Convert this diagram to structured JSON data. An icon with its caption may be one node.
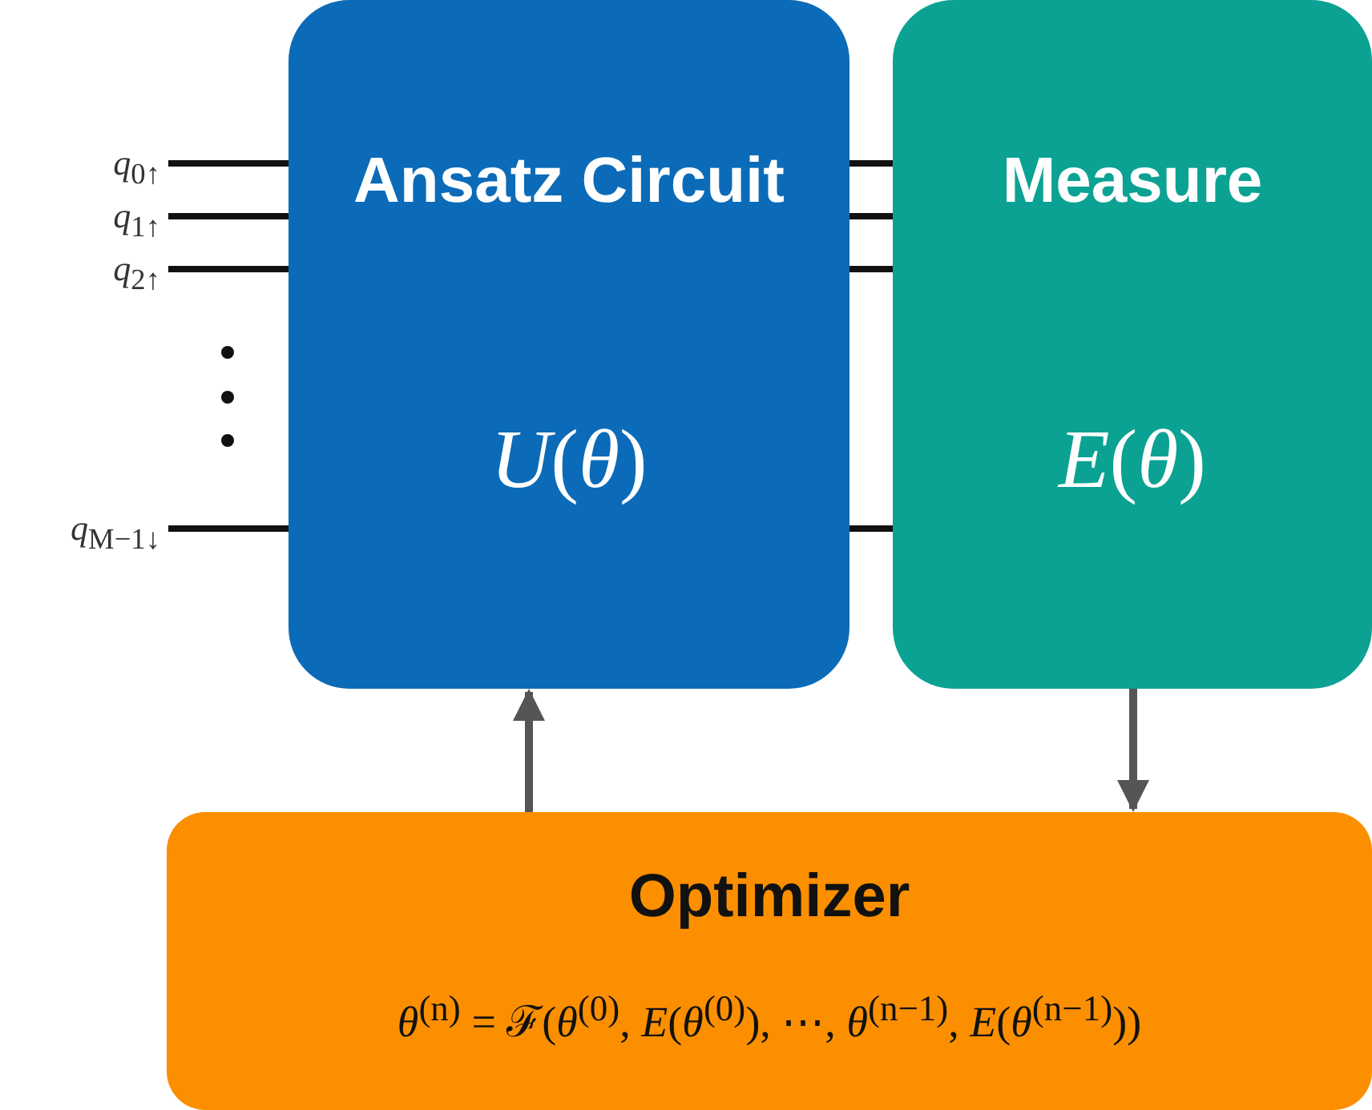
{
  "diagram": {
    "nodes": [
      {
        "text": [
          "Ansatz Circuit",
          "*U*(*θ*)"
        ]
      },
      {
        "text": [
          "Measure",
          "*E*(*θ*)"
        ]
      },
      {
        "text": [
          "Optimizer",
          "*θ*$^{(n)}$ = ℱ(*θ*$^{(0)}$, *E*(*θ*$^{(0)}$), ⋯, *θ*$^{(n−1)}$, *E*(*θ*$^{(n−1)}$))"
        ]
      },
      {
        "text": [
          "*q*$_{0↑}$"
        ]
      },
      {
        "text": [
          "*q*$_{1↑}$"
        ]
      },
      {
        "text": [
          "*q*$_{2↑}$"
        ]
      },
      {
        "text": [
          "*q*$_{M−1↓}$"
        ]
      }
    ],
    "edges": [
      {
        "from": 3,
        "to": 0,
        "arrow": "none"
      },
      {
        "from": 4,
        "to": 0,
        "arrow": "none"
      },
      {
        "from": 5,
        "to": 0,
        "arrow": "none"
      },
      {
        "from": 6,
        "to": 0,
        "arrow": "none"
      },
      {
        "from": 0,
        "to": 1,
        "arrow": "none"
      },
      {
        "from": 0,
        "to": 1,
        "arrow": "none"
      },
      {
        "from": 0,
        "to": 1,
        "arrow": "none"
      },
      {
        "from": 0,
        "to": 1,
        "arrow": "none"
      },
      {
        "from": 2,
        "to": 0,
        "arrow": "to",
        "color": "#555555"
      },
      {
        "from": 1,
        "to": 2,
        "arrow": "to",
        "color": "#555555"
      }
    ]
  }
}
